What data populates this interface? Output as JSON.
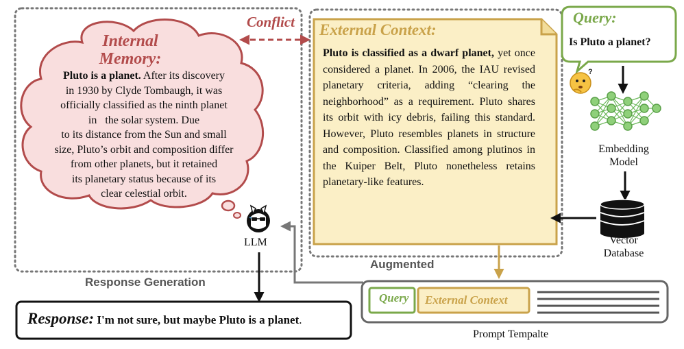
{
  "internal_memory": {
    "title_line1": "Internal",
    "title_line2": "Memory:",
    "lead": "Pluto is a planet.",
    "line1_rest": " After its discovery",
    "line2": "in 1930 by Clyde Tombaugh, it was",
    "line3": "officially classified as the ninth planet",
    "line4": "in   the solar system. Due",
    "line5": "to its distance from the Sun and small",
    "line6": "size, Pluto’s orbit and composition differ",
    "line7": "from other planets, but it retained",
    "line8": "its planetary status because of its",
    "line9": "clear celestial orbit."
  },
  "conflict_label": "Conflict",
  "external_context": {
    "title": "External Context:",
    "lead": "Pluto is classified as a dwarf planet,",
    "body": " yet once considered a planet. In 2006, the IAU revised planetary criteria, adding “clearing the neighborhood” as a requirement. Pluto shares its orbit with icy debris, failing this standard. However, Pluto resembles planets in structure and composition. Classified among plutinos in the Kuiper Belt, Pluto nonetheless retains planetary-like features."
  },
  "query": {
    "title": "Query:",
    "text": "Is Pluto a planet?"
  },
  "embedding_model": {
    "line1": "Embedding",
    "line2": "Model"
  },
  "vector_database": {
    "line1": "Vector",
    "line2": "Database"
  },
  "llm_label": "LLM",
  "response_generation_label": "Response Generation",
  "augmented_label": "Augmented",
  "response": {
    "title": "Response:",
    "text": " I'm not sure, but maybe Pluto is a planet",
    "period": "."
  },
  "prompt_template": {
    "query_chip": "Query",
    "external_chip": "External Context",
    "label": "Prompt Tempalte"
  },
  "colors": {
    "memory_red": "#b24b4b",
    "memory_fill": "#f9dede",
    "context_gold": "#c9a24a",
    "context_fill": "#fbefc6",
    "query_green": "#7aa84a",
    "neural_green": "#8fd07a"
  }
}
